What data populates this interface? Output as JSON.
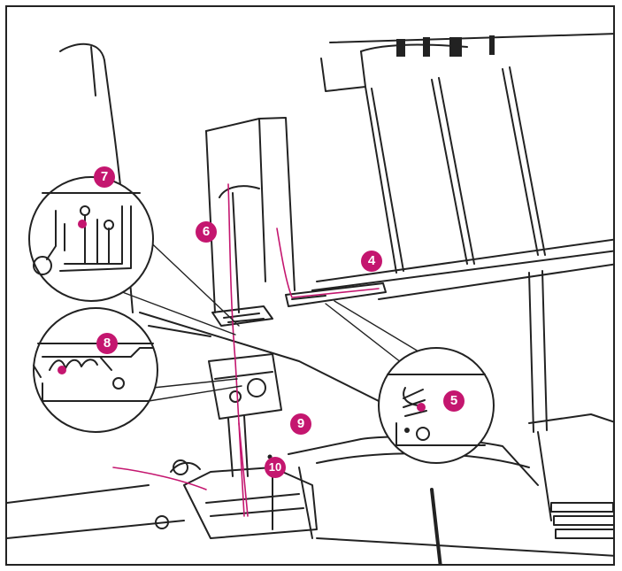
{
  "colors": {
    "accent": "#c4166f",
    "line": "#222222",
    "thread": "#c4166f"
  },
  "callouts": [
    {
      "label": "4"
    },
    {
      "label": "5"
    },
    {
      "label": "6"
    },
    {
      "label": "7"
    },
    {
      "label": "8"
    },
    {
      "label": "9"
    },
    {
      "label": "10"
    }
  ]
}
